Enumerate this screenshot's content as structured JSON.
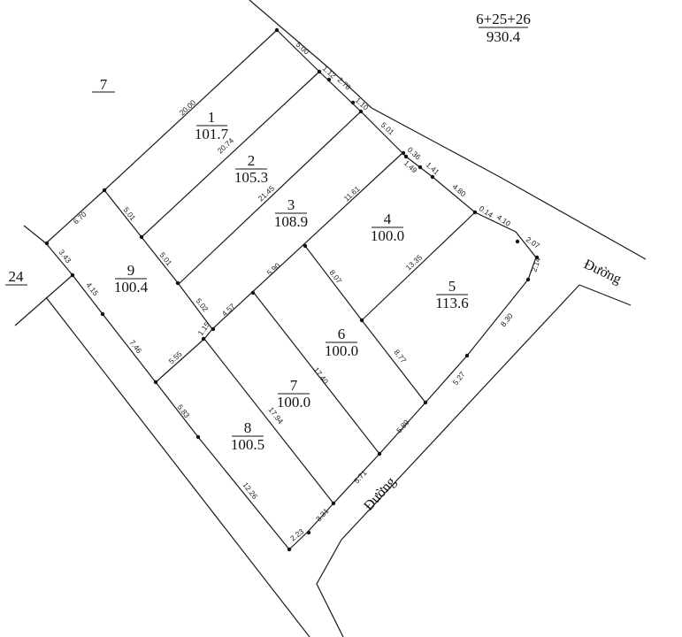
{
  "map": {
    "type": "cadastral-subdivision-plan",
    "neighbor_parcels": [
      {
        "id": "7",
        "label": "7"
      },
      {
        "id": "24",
        "label": "24"
      },
      {
        "id": "6+25+26",
        "label": "6+25+26",
        "area": "930.4"
      }
    ],
    "roads": [
      {
        "id": "road-east",
        "label": "Đường"
      },
      {
        "id": "road-south",
        "label": "Đường"
      }
    ],
    "lots": [
      {
        "number": "1",
        "area": "101.7"
      },
      {
        "number": "2",
        "area": "105.3"
      },
      {
        "number": "3",
        "area": "108.9"
      },
      {
        "number": "4",
        "area": "100.0"
      },
      {
        "number": "5",
        "area": "113.6"
      },
      {
        "number": "6",
        "area": "100.0"
      },
      {
        "number": "7",
        "area": "100.0"
      },
      {
        "number": "8",
        "area": "100.5"
      },
      {
        "number": "9",
        "area": "100.4"
      }
    ],
    "dimensions": {
      "d_5_00": "5.00",
      "d_1_12": "1.12",
      "d_2_78": "2.78",
      "d_1_10": "1.10",
      "d_5_01_top": "5.01",
      "d_0_36": "0.36",
      "d_1_49": "1.49",
      "d_1_41": "1.41",
      "d_4_80": "4.80",
      "d_0_14": "0.14",
      "d_4_10": "4.10",
      "d_2_07": "2.07",
      "d_2_14": "2.14",
      "d_8_30": "8.30",
      "d_5_27": "5.27",
      "d_5_89": "5.89",
      "d_5_71": "5.71",
      "d_3_31": "3.31",
      "d_2_23": "2.23",
      "d_12_26": "12.26",
      "d_5_83": "5.83",
      "d_7_46": "7.46",
      "d_4_15": "4.15",
      "d_3_43": "3.43",
      "d_6_70": "6.70",
      "d_20_00": "20.00",
      "d_20_74": "20.74",
      "d_21_45": "21.45",
      "d_11_61": "11.61",
      "d_5_01_a": "5.01",
      "d_5_01_b": "5.01",
      "d_5_02": "5.02",
      "d_1_15": "1.15",
      "d_4_57": "4.57",
      "d_5_90": "5.90",
      "d_5_55": "5.55",
      "d_8_07": "8.07",
      "d_13_35": "13.35",
      "d_8_77": "8.77",
      "d_17_40": "17.40",
      "d_17_94": "17.94"
    }
  }
}
